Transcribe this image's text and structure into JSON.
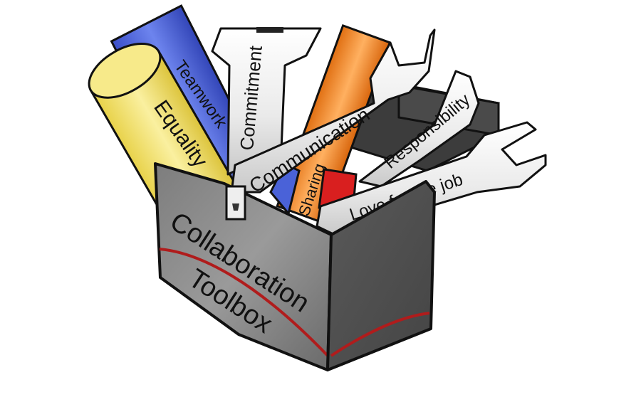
{
  "toolbox": {
    "title_line1": "Collaboration",
    "title_line2": "Toolbox"
  },
  "tools": {
    "teamwork": "Teamwork",
    "equality": "Equality",
    "commitment": "Commitment",
    "communication": "Communication",
    "sharing": "Sharing",
    "responsibility": "Responsibility",
    "love_for_the_job": "Love for the job"
  },
  "colors": {
    "box_gray": "#6b6b6b",
    "box_dark": "#3a3a3a",
    "stripe_red": "#b01c1c",
    "yellow": "#f2e06a",
    "blue": "#4a62d8",
    "orange": "#f08a2a",
    "red": "#d91f1f",
    "wrench_white": "#eeeeee"
  }
}
